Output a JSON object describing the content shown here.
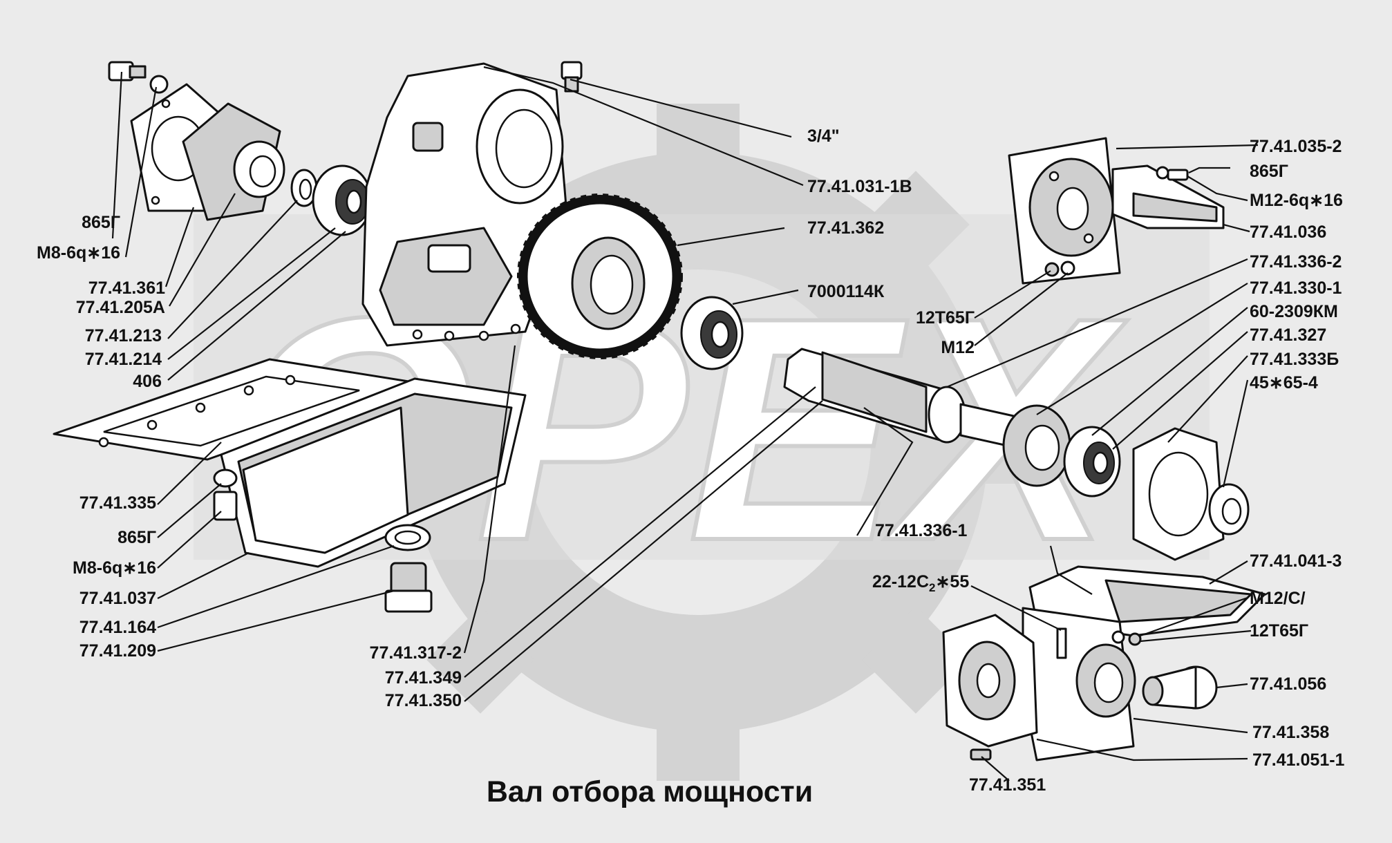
{
  "title": "Вал отбора мощности",
  "watermark_text": "OPEX",
  "colors": {
    "background": "#ebebeb",
    "watermark": "#d3d3d3",
    "ink": "#111111"
  },
  "labels": {
    "l01": "3/4\"",
    "l02": "77.41.031-1В",
    "l03": "77.41.362",
    "l04": "7000114К",
    "l05": "865Г",
    "l06": "М8-6q∗16",
    "l07": "77.41.361",
    "l08": "77.41.205А",
    "l09": "77.41.213",
    "l10": "77.41.214",
    "l11": "406",
    "l12": "77.41.035-2",
    "l13": "865Г",
    "l14": "М12-6q∗16",
    "l15": "77.41.036",
    "l16": "77.41.336-2",
    "l17": "77.41.330-1",
    "l18": "60-2309КМ",
    "l19": "77.41.327",
    "l20": "77.41.333Б",
    "l21": "45∗65-4",
    "l22": "12Т65Г",
    "l23": "М12",
    "l24": "77.41.336-1",
    "l25": "77.41.335",
    "l26": "865Г",
    "l27": "М8-6q∗16",
    "l28": "77.41.037",
    "l29": "77.41.164",
    "l30": "77.41.209",
    "l31": "77.41.317-2",
    "l32": "77.41.349",
    "l33": "77.41.350",
    "l34": "77.41.041-3",
    "l35": "22-12С",
    "l35_sub": "2",
    "l35_end": "∗55",
    "l36": "М12/С/",
    "l37": "12Т65Г",
    "l38": "77.41.056",
    "l39": "77.41.358",
    "l40": "77.41.051-1",
    "l41": "77.41.351"
  }
}
